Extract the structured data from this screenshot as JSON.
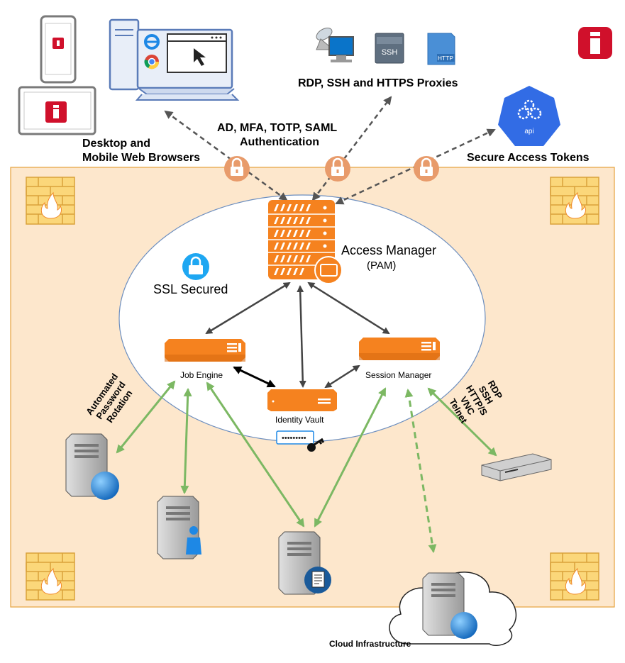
{
  "labels": {
    "browsers_line1": "Desktop and",
    "browsers_line2": "Mobile Web Browsers",
    "auth_line1": "AD, MFA, TOTP, SAML",
    "auth_line2": "Authentication",
    "proxies": "RDP, SSH and HTTPS Proxies",
    "tokens": "Secure Access Tokens",
    "access_manager": "Access Manager",
    "pam": "(PAM)",
    "ssl": "SSL Secured",
    "job_engine": "Job Engine",
    "session_manager": "Session Manager",
    "identity_vault": "Identity Vault",
    "cloud": "Cloud Infrastructure",
    "rotation": [
      "Automated",
      "Password",
      "Rotation"
    ],
    "protocols": [
      "RDP",
      "SSH",
      "HTTP/S",
      "VNC",
      "Telnet"
    ],
    "ssh_icon_text": "SSH",
    "http_icon_text": "HTTP",
    "api_icon_text": "api",
    "password_mask": "•••••••••"
  },
  "colors": {
    "zone_fill": "#fde7cc",
    "zone_border": "#e6a23c",
    "server_orange": "#f5821f",
    "arrow_green": "#7cb863",
    "arrow_dark": "#444444",
    "brand_red": "#d0102b",
    "lock_circle": "#e89b6b",
    "k8s_blue": "#326ce5"
  }
}
